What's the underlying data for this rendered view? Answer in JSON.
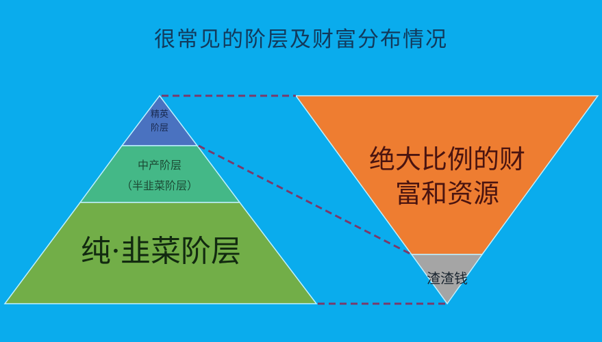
{
  "title": "很常见的阶层及财富分布情况",
  "colors": {
    "background": "#0aaced",
    "elite": "#4a72c0",
    "middle": "#44b887",
    "bottom": "#72ae48",
    "wealth_top": "#ee7d31",
    "wealth_bottom": "#a5a5a5",
    "dashed_line": "#7a3a6a",
    "title_text": "#123a5c"
  },
  "pyramid": {
    "elite": {
      "line1": "精英",
      "line2": "阶层"
    },
    "middle": {
      "line1": "中产阶层",
      "line2": "（半韭菜阶层）"
    },
    "bottom": {
      "label": "纯·韭菜阶层"
    }
  },
  "inverted_triangle": {
    "top": {
      "line1": "绝大比例的财",
      "line2": "富和资源"
    },
    "bottom": {
      "label": "渣渣钱"
    }
  }
}
